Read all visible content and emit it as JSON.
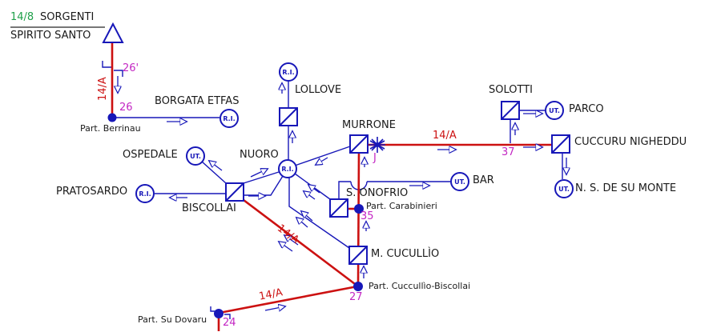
{
  "source": {
    "code": "14/8",
    "title": "SORGENTI",
    "subtitle": "SPIRITO SANTO"
  },
  "nodes": {
    "borgata_etfas": {
      "name": "BORGATA ETFAS",
      "symbol": "R.I."
    },
    "lollove": {
      "name": "LOLLOVE",
      "symbol": "R.I."
    },
    "nuoro": {
      "name": "NUORO",
      "symbol": "R.I."
    },
    "pratosardo": {
      "name": "PRATOSARDO",
      "symbol": "R.I."
    },
    "ospedale": {
      "name": "OSPEDALE",
      "symbol": "UT."
    },
    "bar": {
      "name": "BAR",
      "symbol": "UT."
    },
    "parco": {
      "name": "PARCO",
      "symbol": "UT."
    },
    "ns_de_su_monte": {
      "name": "N. S. DE SU MONTE",
      "symbol": "UT."
    },
    "murrone": {
      "name": "MURRONE"
    },
    "solotti": {
      "name": "SOLOTTI"
    },
    "cuccuru_nigheddu": {
      "name": "CUCCURU NIGHEDDU"
    },
    "s_onofrio": {
      "name": "S. ONOFRIO"
    },
    "biscollai": {
      "name": "BISCOLLAI"
    },
    "m_cucullio": {
      "name": "M. CUCULLÌO"
    }
  },
  "junctions": {
    "berrinau": {
      "code": "26",
      "name": "Part. Berrinau"
    },
    "source_valve": {
      "code": "26'"
    },
    "murrone_junction": {
      "code": "J"
    },
    "carabinieri": {
      "code": "35",
      "name": "Part. Carabinieri"
    },
    "solotti_junction": {
      "code": "37"
    },
    "cucullio_biscollai": {
      "code": "27",
      "name": "Part. Cuccullìo-Biscollai"
    },
    "su_dovaru": {
      "code": "24",
      "name": "Part. Su Dovaru"
    }
  },
  "pipe_labels": {
    "source_pipe": "14/A",
    "murrone_pipe": "14/A",
    "biscollai_pipe": "14/A",
    "su_dovaru_pipe": "14/A"
  },
  "colors": {
    "pipe_blue": "#1717b8",
    "main_red": "#cc1111",
    "junction_magenta": "#c327c3",
    "source_green": "#1fa04a",
    "text_black": "#1a1a1a"
  }
}
